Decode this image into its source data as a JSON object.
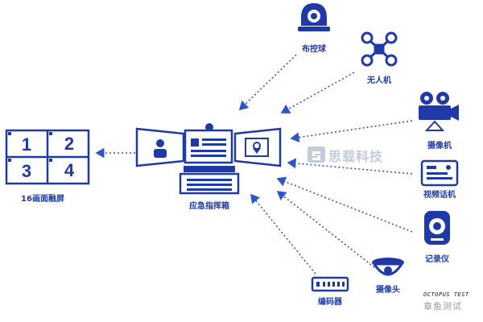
{
  "nodes": {
    "ptz": "布控球",
    "drone": "无人机",
    "camera": "摄像机",
    "video_phone": "视频话机",
    "recorder": "记录仪",
    "dome": "摄像头",
    "encoder": "编码器",
    "center": "应急指挥箱",
    "screen": "16画面融屏"
  },
  "screen_cells": [
    "1",
    "2",
    "3",
    "4"
  ],
  "watermark": "思载科技",
  "corner_mark": {
    "line1": "OCTOPUS TEST",
    "line2": "章鱼测试"
  },
  "colors": {
    "primary": "#1f3aa6",
    "dots": "#2e56c9",
    "watermark": "#c2ccd9"
  }
}
